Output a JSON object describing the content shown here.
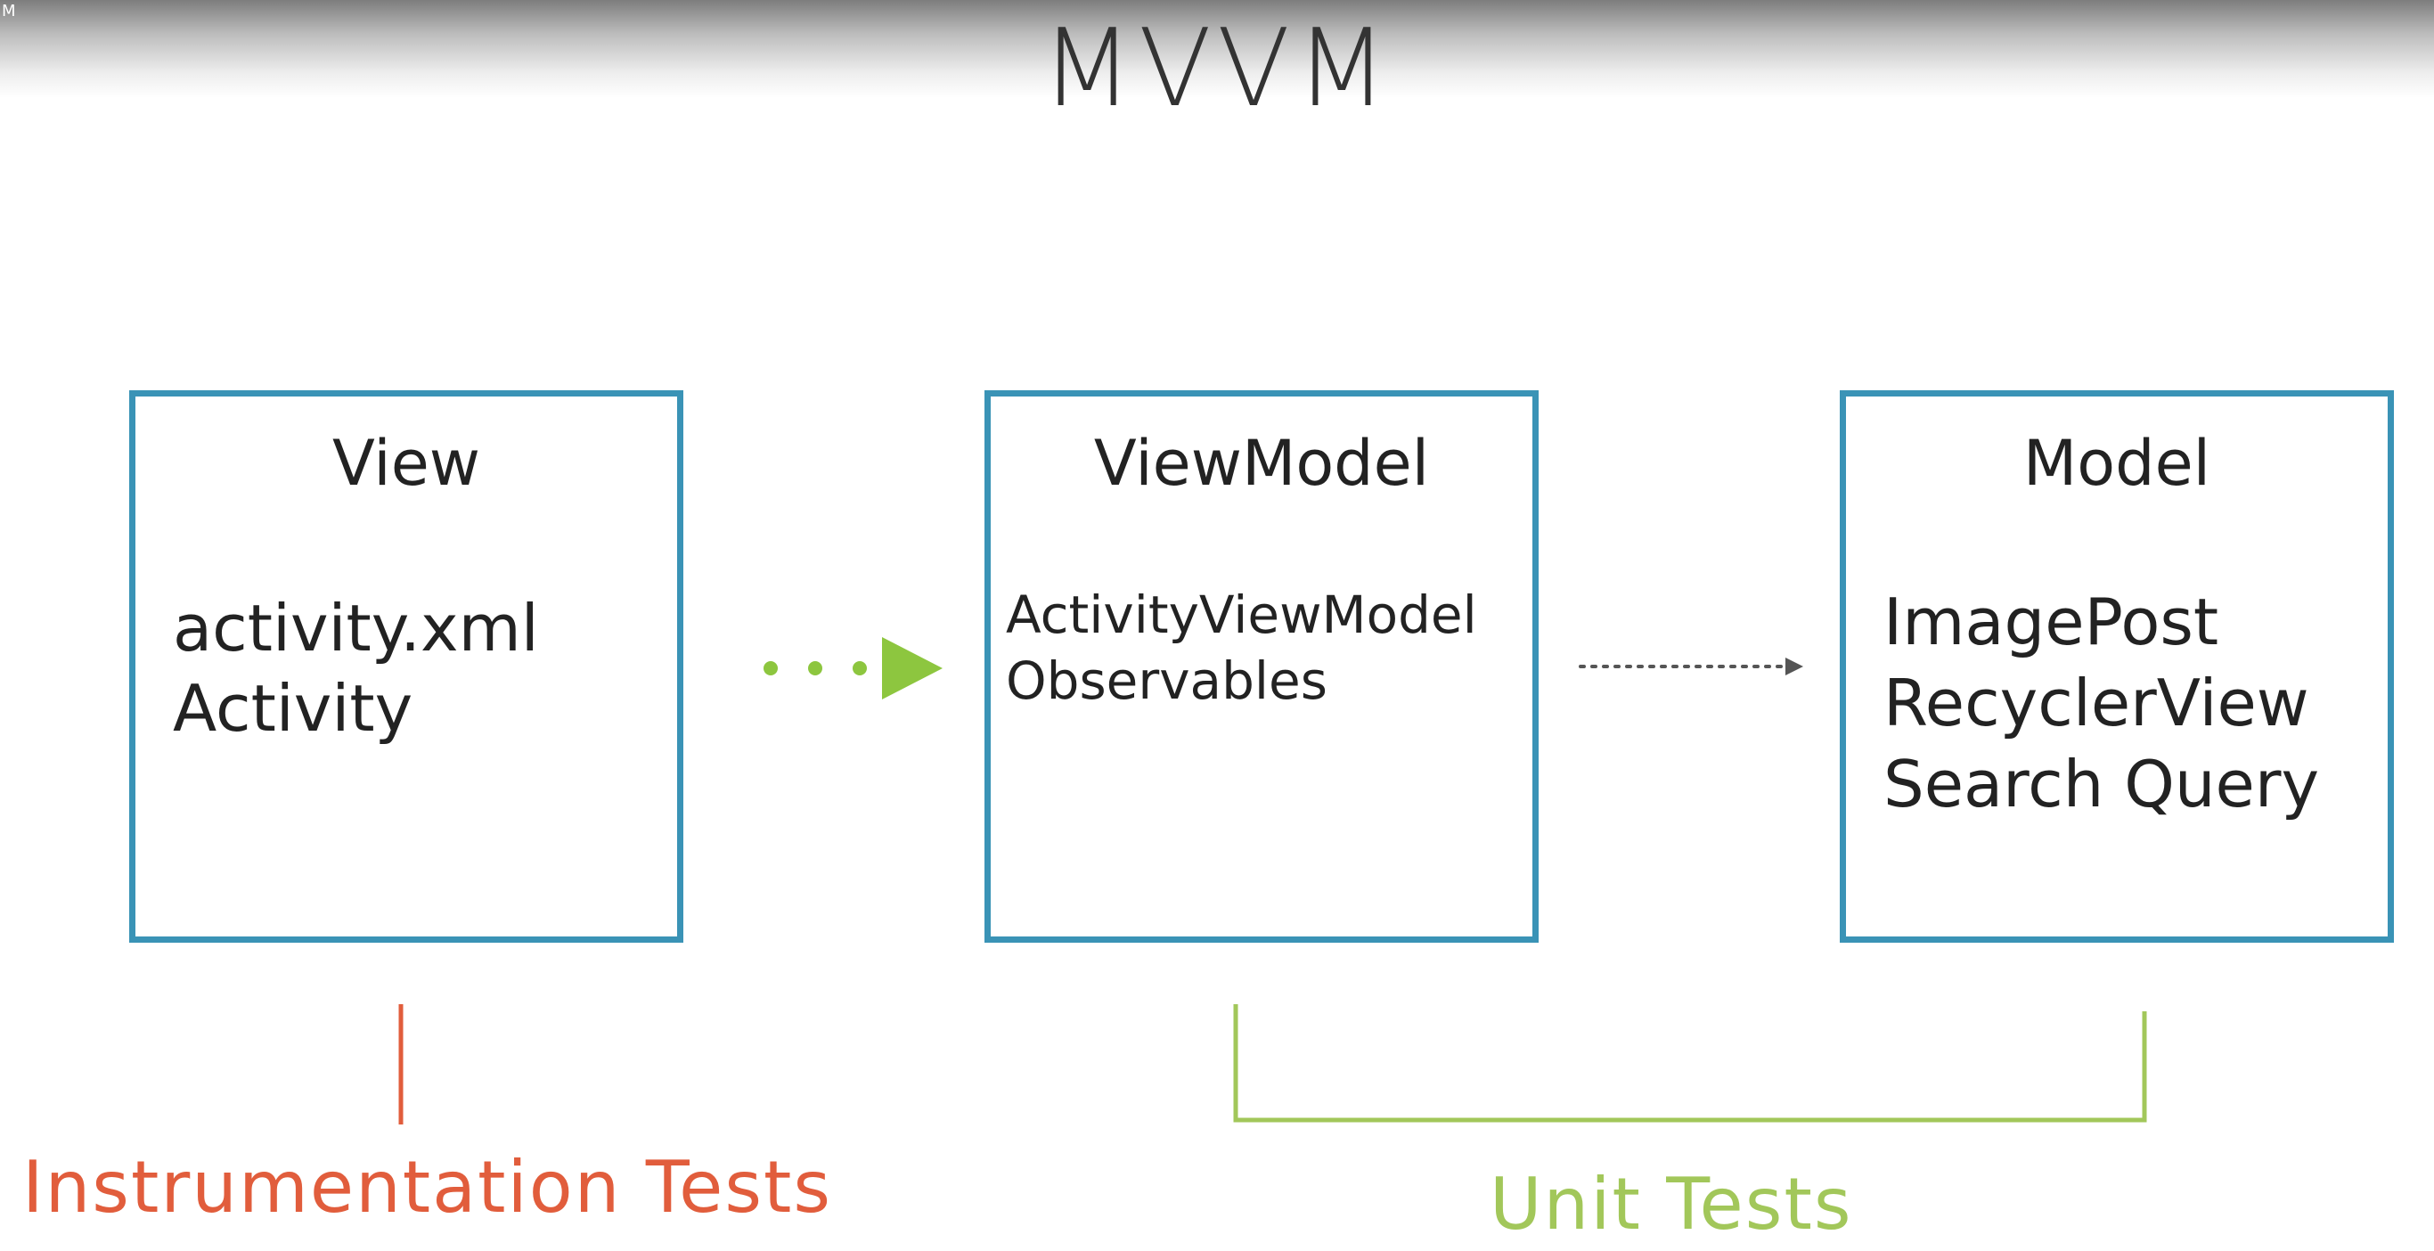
{
  "corner_mark": "M",
  "title": "MVVM",
  "boxes": {
    "view": {
      "heading": "View",
      "lines": [
        "activity.xml",
        "Activity"
      ]
    },
    "viewmodel": {
      "heading": "ViewModel",
      "lines": [
        "ActivityViewModel",
        "Observables"
      ]
    },
    "model": {
      "heading": "Model",
      "lines": [
        "ImagePost",
        "RecyclerView",
        "Search Query"
      ]
    }
  },
  "labels": {
    "instrumentation": "Instrumentation Tests",
    "unit": "Unit Tests"
  },
  "colors": {
    "box_border": "#3a93b6",
    "green_arrow": "#8dc63f",
    "instrumentation": "#e15d3c",
    "unit": "#a2c75a",
    "dotted_arrow": "#555555"
  }
}
